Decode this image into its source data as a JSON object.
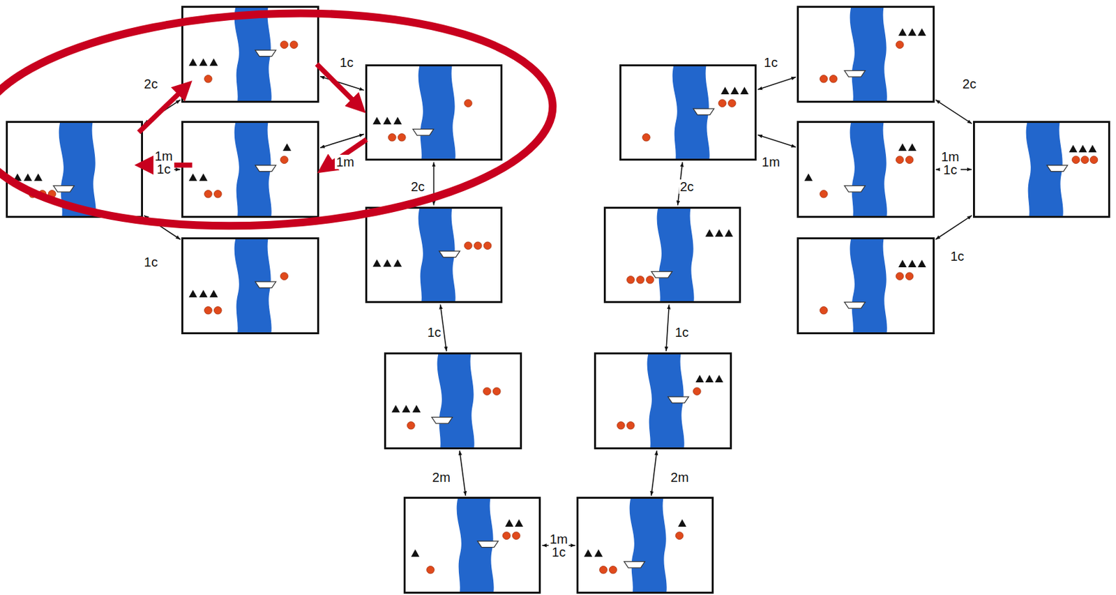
{
  "diagram": {
    "nodes": [
      {
        "text": []
      },
      {
        "text": []
      },
      {
        "text": []
      },
      {
        "text": []
      },
      {
        "text": []
      },
      {
        "text": []
      },
      {
        "text": []
      },
      {
        "text": []
      },
      {
        "text": []
      },
      {
        "text": []
      },
      {
        "text": []
      },
      {
        "text": []
      },
      {
        "text": []
      },
      {
        "text": []
      },
      {
        "text": []
      },
      {
        "text": []
      }
    ],
    "edges": [
      {
        "from": 0,
        "to": 1,
        "arrow": "both",
        "label": "2c"
      },
      {
        "from": 0,
        "to": 2,
        "arrow": "both",
        "label": "1m 1c"
      },
      {
        "from": 0,
        "to": 3,
        "arrow": "both",
        "label": "1c"
      },
      {
        "from": 1,
        "to": 4,
        "arrow": "both",
        "label": "1c"
      },
      {
        "from": 2,
        "to": 4,
        "arrow": "both",
        "label": "1m"
      },
      {
        "from": 4,
        "to": 5,
        "arrow": "both",
        "label": "2c"
      },
      {
        "from": 5,
        "to": 6,
        "arrow": "both",
        "label": "1c"
      },
      {
        "from": 6,
        "to": 7,
        "arrow": "both",
        "label": "2m"
      },
      {
        "from": 7,
        "to": 8,
        "arrow": "both",
        "label": "1m 1c"
      },
      {
        "from": 8,
        "to": 9,
        "arrow": "both",
        "label": "2m"
      },
      {
        "from": 9,
        "to": 10,
        "arrow": "both",
        "label": "1c"
      },
      {
        "from": 10,
        "to": 11,
        "arrow": "both",
        "label": "2c"
      },
      {
        "from": 11,
        "to": 12,
        "arrow": "both",
        "label": "1c"
      },
      {
        "from": 11,
        "to": 13,
        "arrow": "both",
        "label": "1m"
      },
      {
        "from": 12,
        "to": 15,
        "arrow": "both",
        "label": "2c"
      },
      {
        "from": 13,
        "to": 15,
        "arrow": "both",
        "label": "1m 1c"
      },
      {
        "from": 14,
        "to": 15,
        "arrow": "both",
        "label": "1c"
      }
    ]
  }
}
